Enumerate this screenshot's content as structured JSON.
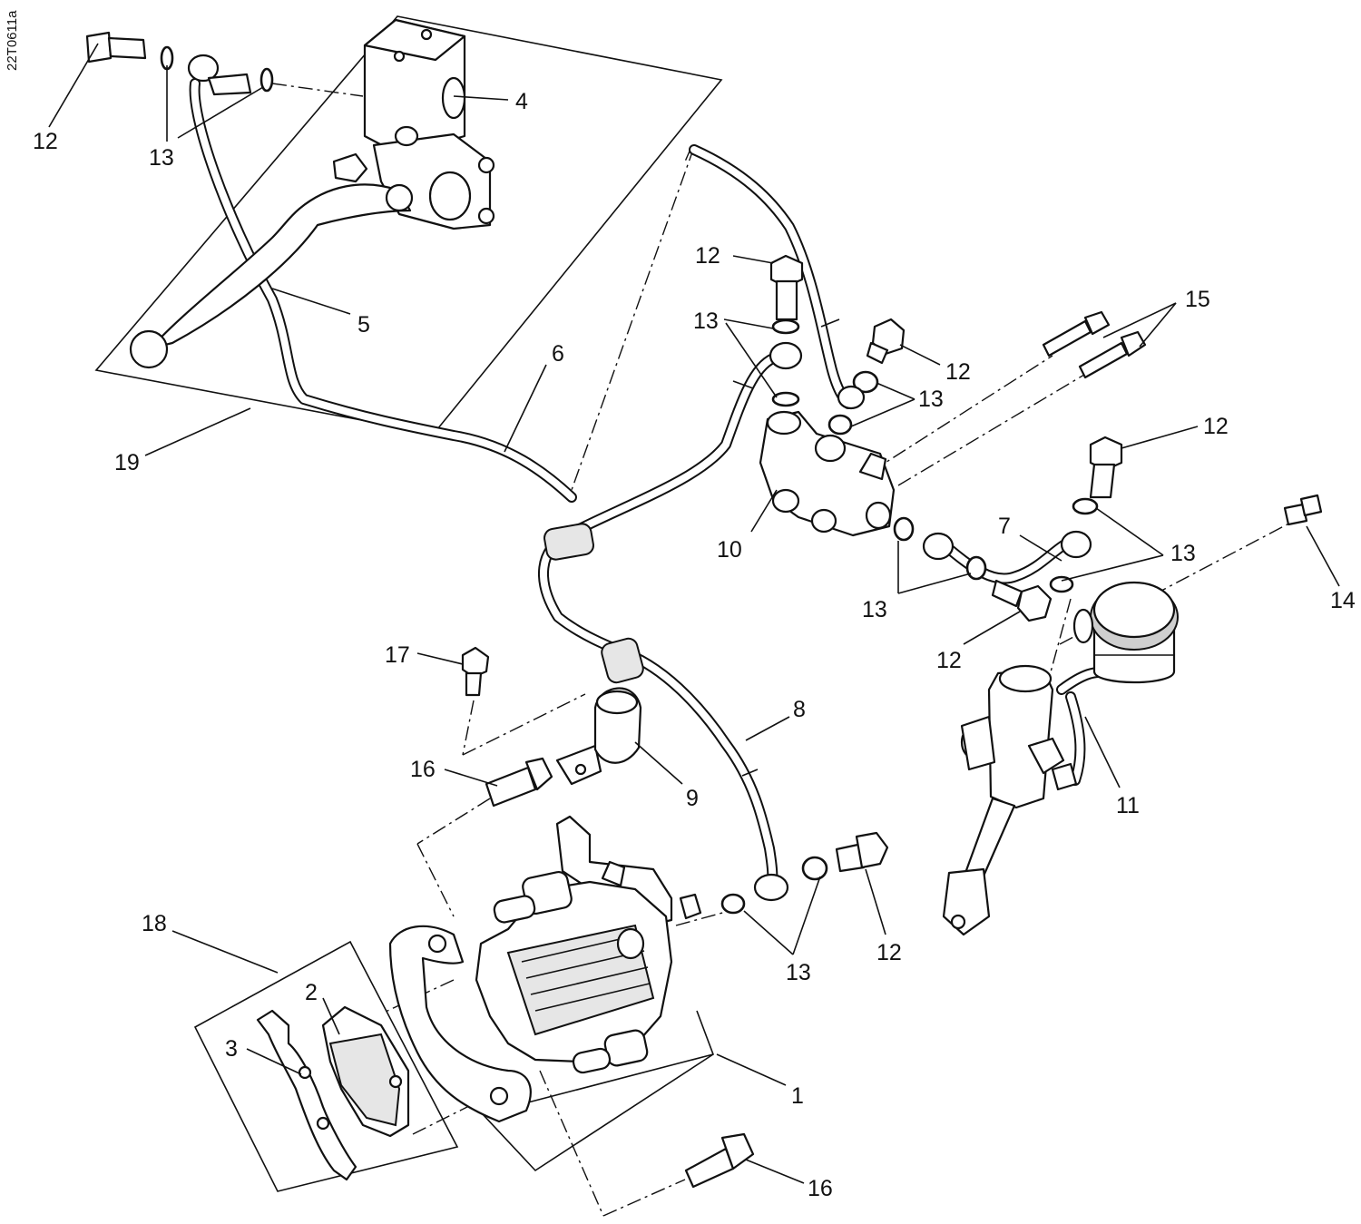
{
  "figure_ref": "22T0611a",
  "callouts": {
    "c1": "1",
    "c2": "2",
    "c3": "3",
    "c4": "4",
    "c5": "5",
    "c6": "6",
    "c7": "7",
    "c8": "8",
    "c9": "9",
    "c10": "10",
    "c11": "11",
    "c12a": "12",
    "c12b": "12",
    "c12c": "12",
    "c12d": "12",
    "c12e": "12",
    "c12f": "12",
    "c13a": "13",
    "c13b": "13",
    "c13c": "13",
    "c13d": "13",
    "c13e": "13",
    "c13f": "13",
    "c14": "14",
    "c15": "15",
    "c16a": "16",
    "c16b": "16",
    "c17": "17",
    "c18": "18",
    "c19": "19"
  }
}
